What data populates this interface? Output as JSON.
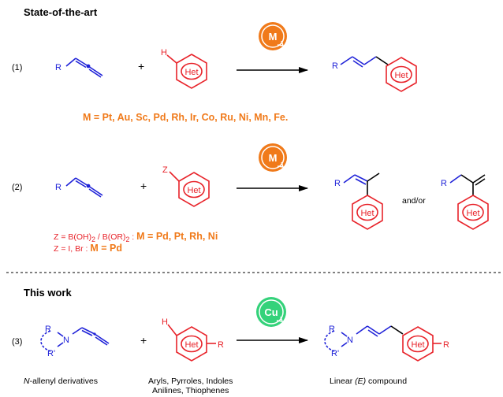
{
  "sections": {
    "state_of_art": "State-of-the-art",
    "this_work": "This work"
  },
  "reactions": {
    "r1": {
      "number": "(1)",
      "plus": "+",
      "catalyst": "M",
      "metals": "M = Pt, Au, Sc, Pd, Rh, Ir, Co, Ru, Ni, Mn, Fe."
    },
    "r2": {
      "number": "(2)",
      "plus": "+",
      "catalyst": "M",
      "and_or": "and/or",
      "cond1_prefix": "Z = B(OH)",
      "cond1_sub1": "2",
      "cond1_mid": " / B(OR)",
      "cond1_sub2": "2",
      "cond1_colon": " : ",
      "cond1_metal": "M = Pd, Pt, Rh, Ni",
      "cond2_prefix": "Z = I, Br : ",
      "cond2_metal": "M = Pd"
    },
    "r3": {
      "number": "(3)",
      "plus": "+",
      "catalyst": "Cu",
      "caption_left_italic": "N",
      "caption_left_rest": "-allenyl derivatives",
      "caption_mid_line1": "Aryls, Pyrroles, Indoles",
      "caption_mid_line2": "Anilines, Thiophenes",
      "caption_right_pre": "Linear ",
      "caption_right_italic": "(E)",
      "caption_right_post": " compound"
    }
  },
  "atoms": {
    "R": "R",
    "H": "H",
    "Z": "Z",
    "N": "N",
    "R_prime": "R'",
    "Het": "Het"
  },
  "colors": {
    "blue": "#1f22d8",
    "red": "#e8232a",
    "orange": "#f07a1a",
    "green": "#34d27a"
  }
}
